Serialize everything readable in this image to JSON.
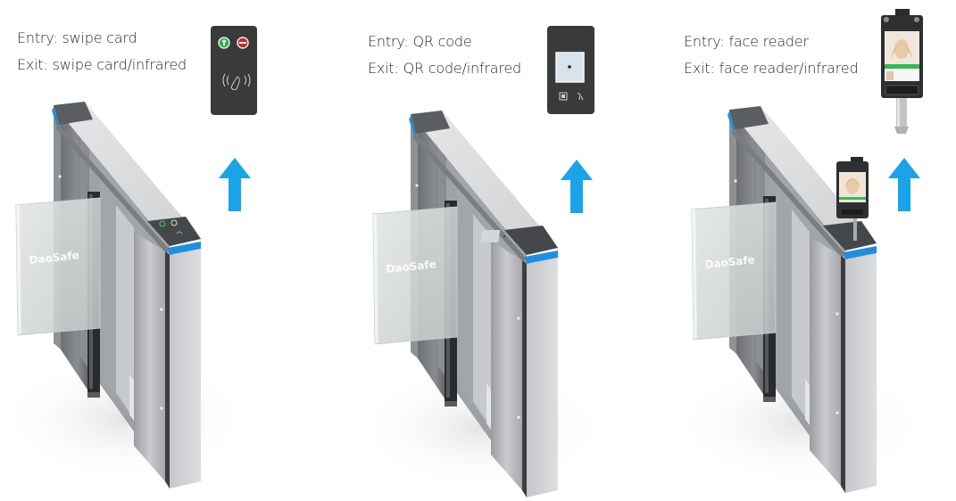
{
  "panels": [
    {
      "id": "swipe-card",
      "entry": "Entry: swipe card",
      "exit": "Exit: swipe card/infrared",
      "reader": "swipe-card-reader-icon",
      "brand": "DaoSafe"
    },
    {
      "id": "qr-code",
      "entry": "Entry: QR code",
      "exit": "Exit: QR code/infrared",
      "reader": "qr-code-reader-icon",
      "brand": "DaoSafe"
    },
    {
      "id": "face-reader",
      "entry": "Entry: face reader",
      "exit": "Exit: face reader/infrared",
      "reader": "face-reader-terminal-icon",
      "brand": "DaoSafe"
    }
  ],
  "colors": {
    "arrow": "#1aa3e8",
    "accent_strip": "#1e8fe0",
    "reader_body": "#3a3a3a",
    "steel": "#b9bbbe",
    "text": "#2a2a2a"
  }
}
